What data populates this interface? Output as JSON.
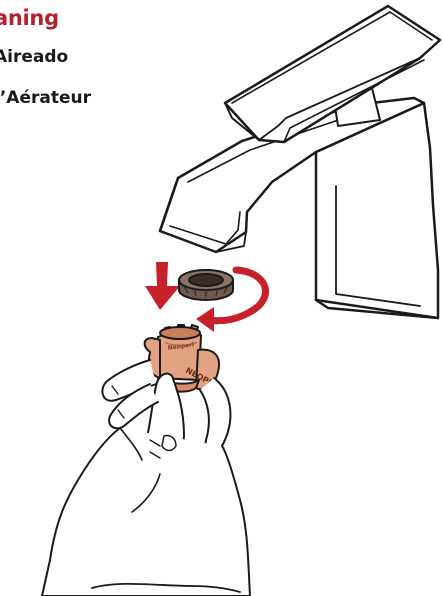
{
  "header": {
    "title_fragment": "aning",
    "subtitle_es_fragment": "Aireado",
    "subtitle_fr_fragment": "l’Aérateur"
  },
  "tool": {
    "brand_mark_front": "NEOPERL",
    "brand_mark_side": "Neoperl"
  },
  "colors": {
    "title_red": "#b5202b",
    "arrow_red": "#c8202b",
    "tool_copper": "#e3a383",
    "line_dark": "#1a1a1a"
  },
  "icons": {
    "down_arrow": "arrow-down-icon",
    "rotate_arrow": "rotate-clockwise-icon"
  }
}
